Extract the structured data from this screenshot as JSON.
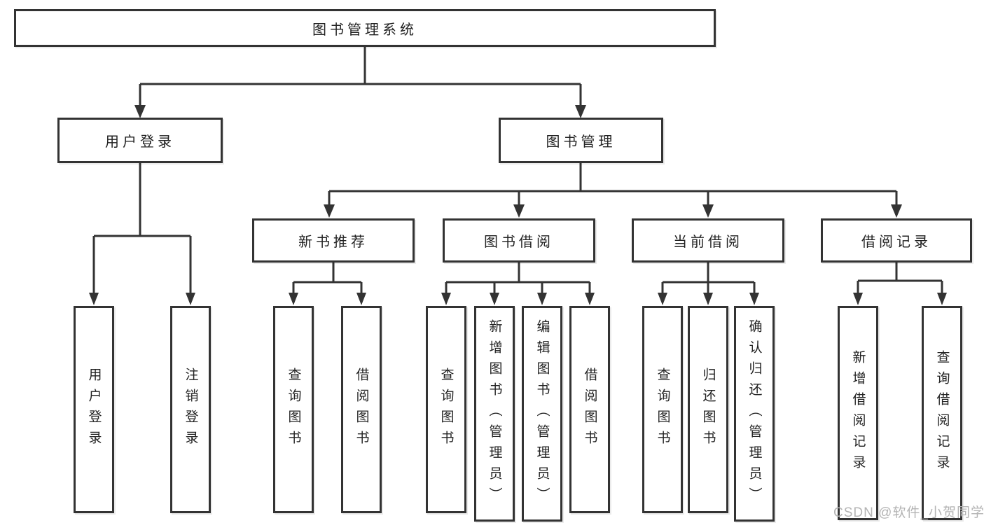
{
  "diagram": {
    "root": {
      "label": "图书管理系统"
    },
    "level1": [
      {
        "label": "用户登录"
      },
      {
        "label": "图书管理"
      }
    ],
    "level2": [
      {
        "label": "新书推荐"
      },
      {
        "label": "图书借阅"
      },
      {
        "label": "当前借阅"
      },
      {
        "label": "借阅记录"
      }
    ],
    "leaves": {
      "login": [
        {
          "label": "用户登录"
        },
        {
          "label": "注销登录"
        }
      ],
      "recommend": [
        {
          "label": "查询图书"
        },
        {
          "label": "借阅图书"
        }
      ],
      "borrow": [
        {
          "label": "查询图书"
        },
        {
          "label": "新增图书（管理员）"
        },
        {
          "label": "编辑图书（管理员）"
        },
        {
          "label": "借阅图书"
        }
      ],
      "current": [
        {
          "label": "查询图书"
        },
        {
          "label": "归还图书"
        },
        {
          "label": "确认归还（管理员）"
        }
      ],
      "records": [
        {
          "label": "新增借阅记录"
        },
        {
          "label": "查询借阅记录"
        }
      ]
    }
  },
  "watermark": {
    "text": "CSDN @软件_小贺同学"
  },
  "colors": {
    "line": "#333333",
    "box_border": "#333333",
    "text": "#222222",
    "watermark": "#b4b4b4",
    "background": "#ffffff"
  }
}
